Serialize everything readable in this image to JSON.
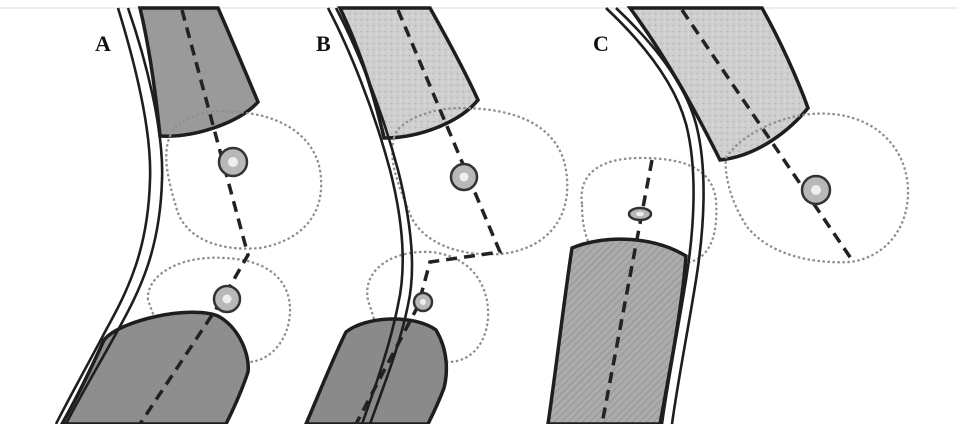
{
  "figure": {
    "panels": [
      {
        "id": "A",
        "label": "A"
      },
      {
        "id": "B",
        "label": "B"
      },
      {
        "id": "C",
        "label": "C"
      }
    ],
    "colors": {
      "background": "#ffffff",
      "outline": "#1e1e1e",
      "cartilage_dotted": "#8d8d8d",
      "bone_a": "#8f8f8f",
      "bone_b_lower": "#8a8a8a",
      "bone_upper_light": "#cdcdcd",
      "bone_c_lower_hatched": "#a8a8a8"
    }
  }
}
